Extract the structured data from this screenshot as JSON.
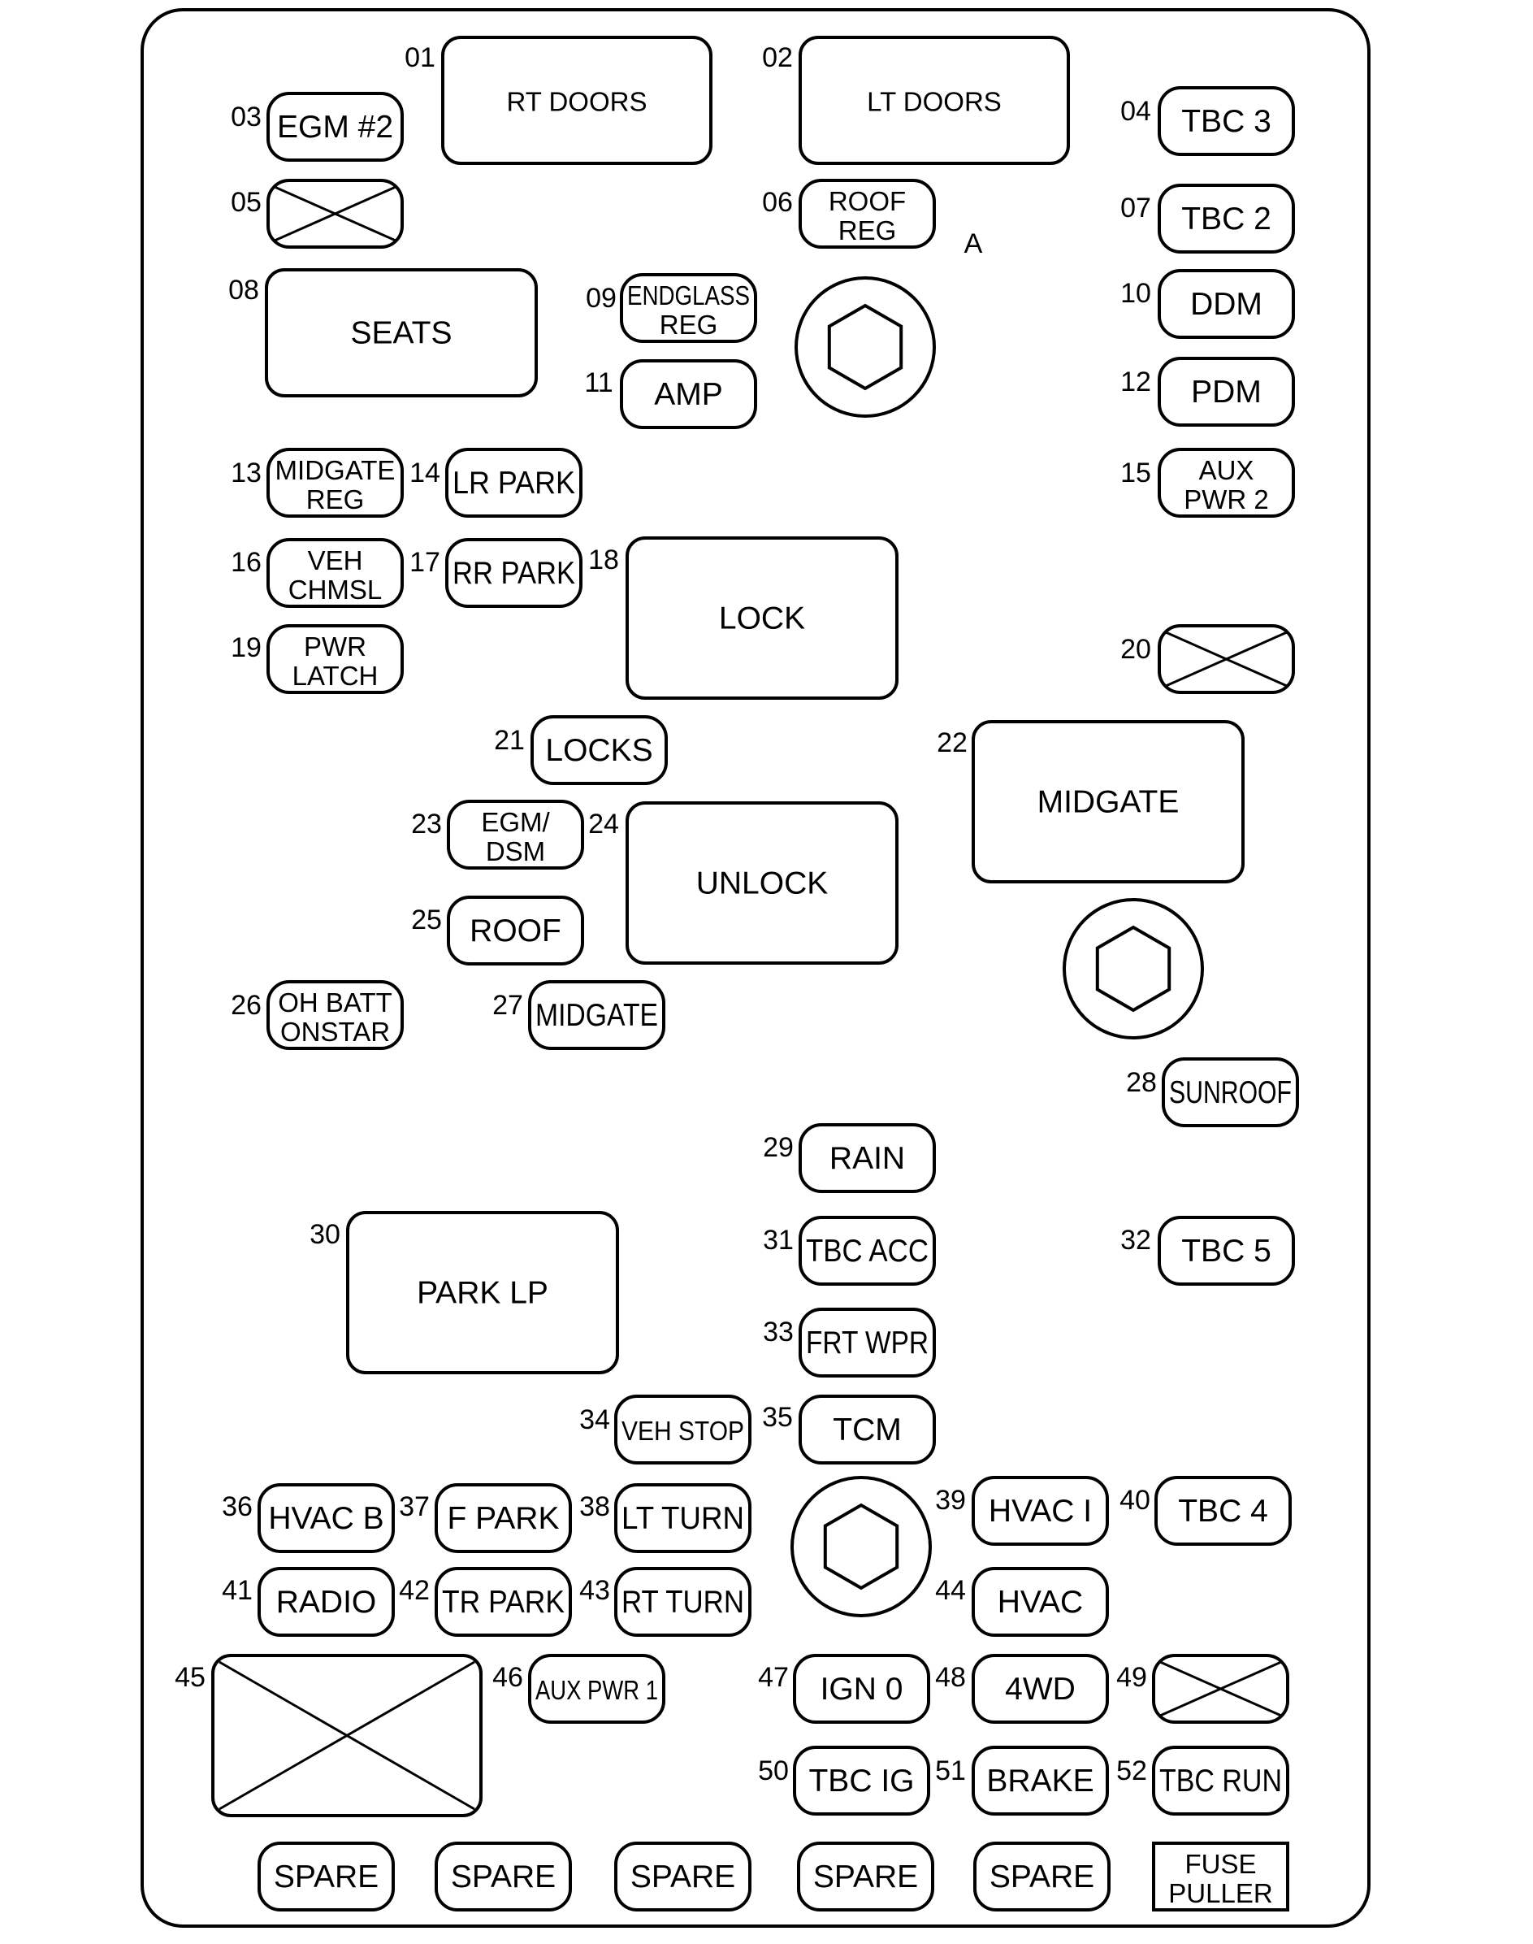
{
  "diagram": {
    "marker": "A",
    "fuses": [
      {
        "id": "01",
        "lines": [
          "RT DOORS"
        ]
      },
      {
        "id": "02",
        "lines": [
          "LT DOORS"
        ]
      },
      {
        "id": "03",
        "lines": [
          "EGM #2"
        ]
      },
      {
        "id": "04",
        "lines": [
          "TBC 3"
        ]
      },
      {
        "id": "05",
        "lines": [],
        "blank": true
      },
      {
        "id": "06",
        "lines": [
          "ROOF",
          "REG"
        ]
      },
      {
        "id": "07",
        "lines": [
          "TBC 2"
        ]
      },
      {
        "id": "08",
        "lines": [
          "SEATS"
        ]
      },
      {
        "id": "09",
        "lines": [
          "ENDGLASS",
          "REG"
        ]
      },
      {
        "id": "10",
        "lines": [
          "DDM"
        ]
      },
      {
        "id": "11",
        "lines": [
          "AMP"
        ]
      },
      {
        "id": "12",
        "lines": [
          "PDM"
        ]
      },
      {
        "id": "13",
        "lines": [
          "MIDGATE",
          "REG"
        ]
      },
      {
        "id": "14",
        "lines": [
          "LR PARK"
        ]
      },
      {
        "id": "15",
        "lines": [
          "AUX",
          "PWR 2"
        ]
      },
      {
        "id": "16",
        "lines": [
          "VEH",
          "CHMSL"
        ]
      },
      {
        "id": "17",
        "lines": [
          "RR PARK"
        ]
      },
      {
        "id": "18",
        "lines": [
          "LOCK"
        ]
      },
      {
        "id": "19",
        "lines": [
          "PWR",
          "LATCH"
        ]
      },
      {
        "id": "20",
        "lines": [],
        "blank": true
      },
      {
        "id": "21",
        "lines": [
          "LOCKS"
        ]
      },
      {
        "id": "22",
        "lines": [
          "MIDGATE"
        ]
      },
      {
        "id": "23",
        "lines": [
          "EGM/",
          "DSM"
        ]
      },
      {
        "id": "24",
        "lines": [
          "UNLOCK"
        ]
      },
      {
        "id": "25",
        "lines": [
          "ROOF"
        ]
      },
      {
        "id": "26",
        "lines": [
          "OH BATT",
          "ONSTAR"
        ]
      },
      {
        "id": "27",
        "lines": [
          "MIDGATE"
        ]
      },
      {
        "id": "28",
        "lines": [
          "SUNROOF"
        ]
      },
      {
        "id": "29",
        "lines": [
          "RAIN"
        ]
      },
      {
        "id": "30",
        "lines": [
          "PARK LP"
        ]
      },
      {
        "id": "31",
        "lines": [
          "TBC ACC"
        ]
      },
      {
        "id": "32",
        "lines": [
          "TBC 5"
        ]
      },
      {
        "id": "33",
        "lines": [
          "FRT WPR"
        ]
      },
      {
        "id": "34",
        "lines": [
          "VEH STOP"
        ]
      },
      {
        "id": "35",
        "lines": [
          "TCM"
        ]
      },
      {
        "id": "36",
        "lines": [
          "HVAC B"
        ]
      },
      {
        "id": "37",
        "lines": [
          "F PARK"
        ]
      },
      {
        "id": "38",
        "lines": [
          "LT TURN"
        ]
      },
      {
        "id": "39",
        "lines": [
          "HVAC I"
        ]
      },
      {
        "id": "40",
        "lines": [
          "TBC 4"
        ]
      },
      {
        "id": "41",
        "lines": [
          "RADIO"
        ]
      },
      {
        "id": "42",
        "lines": [
          "TR PARK"
        ]
      },
      {
        "id": "43",
        "lines": [
          "RT TURN"
        ]
      },
      {
        "id": "44",
        "lines": [
          "HVAC"
        ]
      },
      {
        "id": "45",
        "lines": [],
        "blank": true
      },
      {
        "id": "46",
        "lines": [
          "AUX PWR 1"
        ]
      },
      {
        "id": "47",
        "lines": [
          "IGN 0"
        ]
      },
      {
        "id": "48",
        "lines": [
          "4WD"
        ]
      },
      {
        "id": "49",
        "lines": [],
        "blank": true
      },
      {
        "id": "50",
        "lines": [
          "TBC IG"
        ]
      },
      {
        "id": "51",
        "lines": [
          "BRAKE"
        ]
      },
      {
        "id": "52",
        "lines": [
          "TBC RUN"
        ]
      },
      {
        "id": "",
        "lines": [
          "SPARE"
        ]
      },
      {
        "id": "",
        "lines": [
          "SPARE"
        ]
      },
      {
        "id": "",
        "lines": [
          "SPARE"
        ]
      },
      {
        "id": "",
        "lines": [
          "SPARE"
        ]
      },
      {
        "id": "",
        "lines": [
          "SPARE"
        ]
      },
      {
        "id": "",
        "lines": [
          "FUSE",
          "PULLER"
        ]
      }
    ]
  }
}
